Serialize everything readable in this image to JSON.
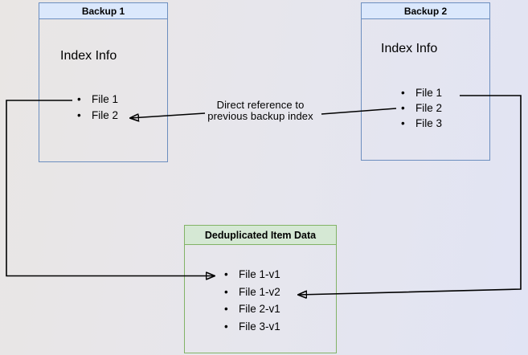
{
  "backup1": {
    "title": "Backup 1",
    "subtitle": "Index Info",
    "items": [
      "File 1",
      "File 2"
    ]
  },
  "backup2": {
    "title": "Backup 2",
    "subtitle": "Index Info",
    "items": [
      "File 1",
      "File 2",
      "File 3"
    ]
  },
  "dedup": {
    "title": "Deduplicated Item Data",
    "items": [
      "File 1-v1",
      "File 1-v2",
      "File 2-v1",
      "File 3-v1"
    ]
  },
  "annotation": {
    "line1": "Direct reference to",
    "line2": "previous backup index"
  },
  "bullet": "•",
  "colors": {
    "blue_header_fill": "#dbe8fc",
    "blue_border": "#6c8ebf",
    "green_header_fill": "#d5e8d4",
    "green_border": "#82b366",
    "connector": "#000000",
    "background_left": "#e9e6e4",
    "background_right": "#e1e4f4"
  }
}
